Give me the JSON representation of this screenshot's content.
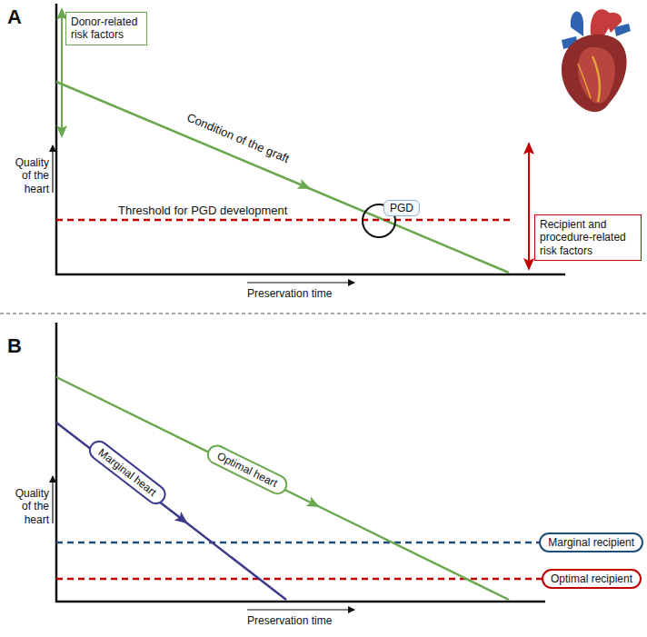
{
  "diagram": {
    "nodes": [
      {
        "text": [
          "Donor-related risk factors"
        ]
      },
      {
        "text": [
          "PGD"
        ]
      },
      {
        "text": [
          "Recipient and procedure-related risk factors"
        ]
      },
      {
        "text": [
          "Marginal heart"
        ]
      },
      {
        "text": [
          "Optimal heart"
        ]
      },
      {
        "text": [
          "Marginal recipient"
        ]
      },
      {
        "text": [
          "Optimal recipient"
        ]
      }
    ],
    "labels": [
      "A",
      "Quality of the heart",
      "Condition of the graft",
      "Threshold for PGD development",
      "Preservation time",
      "B",
      "Quality of the heart",
      "Preservation time"
    ]
  }
}
